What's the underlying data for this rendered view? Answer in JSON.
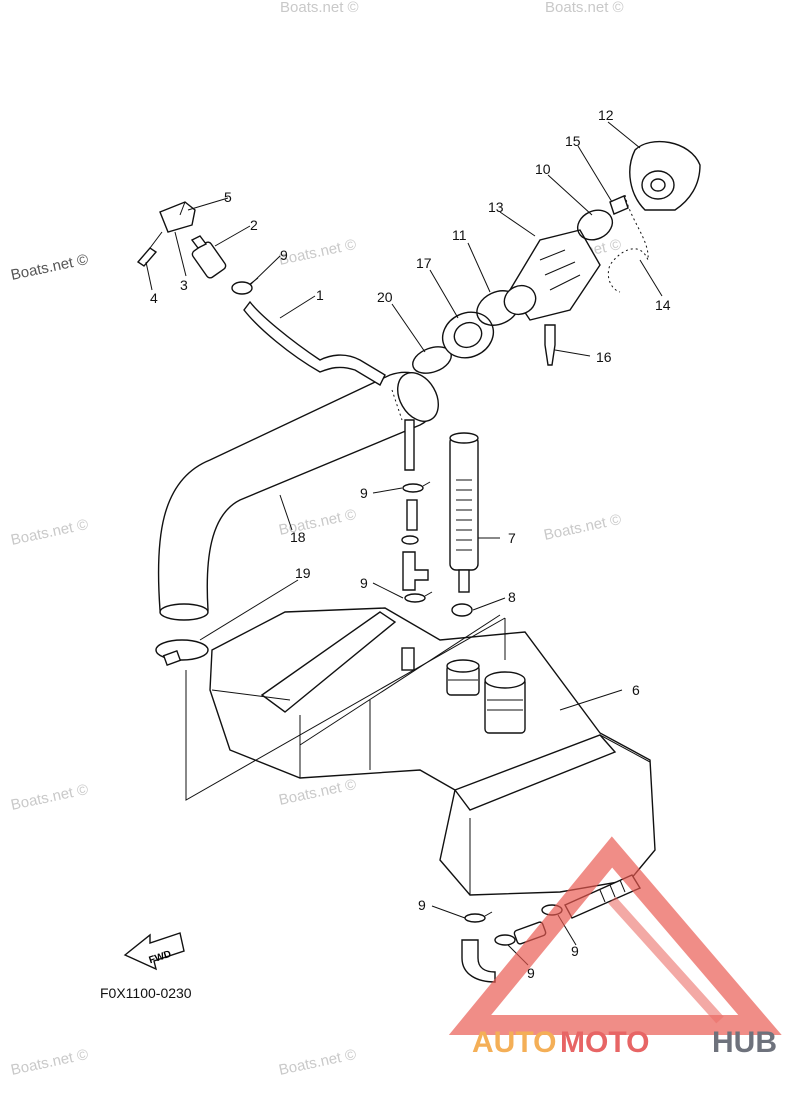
{
  "watermarks": {
    "boats": "Boats.net ©"
  },
  "part_labels": [
    {
      "id": "p1",
      "text": "1"
    },
    {
      "id": "p2",
      "text": "2"
    },
    {
      "id": "p3",
      "text": "3"
    },
    {
      "id": "p4",
      "text": "4"
    },
    {
      "id": "p5",
      "text": "5"
    },
    {
      "id": "p6",
      "text": "6"
    },
    {
      "id": "p7",
      "text": "7"
    },
    {
      "id": "p8",
      "text": "8"
    },
    {
      "id": "p9a",
      "text": "9"
    },
    {
      "id": "p9b",
      "text": "9"
    },
    {
      "id": "p9c",
      "text": "9"
    },
    {
      "id": "p9d",
      "text": "9"
    },
    {
      "id": "p9e",
      "text": "9"
    },
    {
      "id": "p9f",
      "text": "9"
    },
    {
      "id": "p10",
      "text": "10"
    },
    {
      "id": "p11",
      "text": "11"
    },
    {
      "id": "p12",
      "text": "12"
    },
    {
      "id": "p13",
      "text": "13"
    },
    {
      "id": "p14",
      "text": "14"
    },
    {
      "id": "p15",
      "text": "15"
    },
    {
      "id": "p16",
      "text": "16"
    },
    {
      "id": "p17",
      "text": "17"
    },
    {
      "id": "p18",
      "text": "18"
    },
    {
      "id": "p19",
      "text": "19"
    },
    {
      "id": "p20",
      "text": "20"
    }
  ],
  "fwd_label": "FWD",
  "drawing_code": "F0X1100-0230",
  "logo": {
    "part1": "AUTO",
    "part2": "MOTO",
    "part3": "HUB",
    "colors": {
      "auto": "#f3a23a",
      "moto": "#e34b4b",
      "hub": "#555a66",
      "triangle": "#e8574f"
    }
  }
}
